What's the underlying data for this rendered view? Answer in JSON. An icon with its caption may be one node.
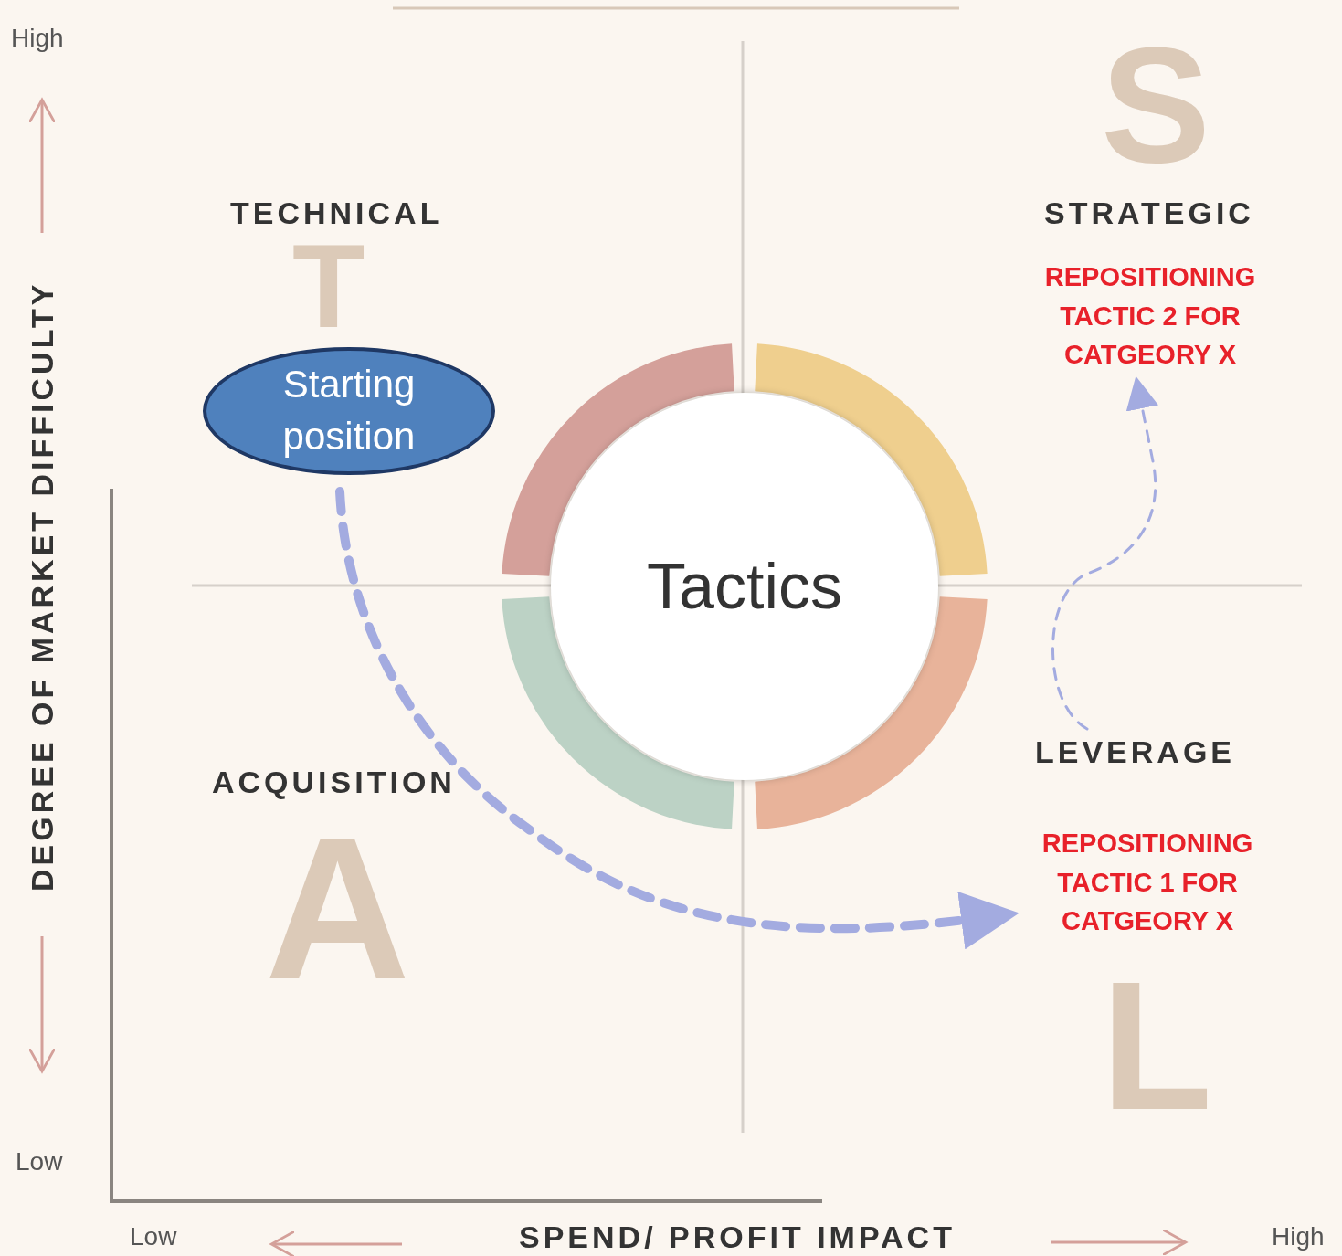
{
  "diagram": {
    "nodes": [
      {
        "text": [
          "Starting position"
        ]
      },
      {
        "text": [
          "Tactics"
        ]
      },
      {
        "text": [
          "REPOSITIONING TACTIC 1 FOR CATGEORY X"
        ]
      },
      {
        "text": [
          "REPOSITIONING TACTIC 2 FOR CATGEORY X"
        ]
      }
    ],
    "edges": [
      {
        "from": 0,
        "to": 2,
        "arrow": "to",
        "style": "dashed"
      },
      {
        "from": null,
        "to": 3,
        "arrow": "to",
        "style": "dashed"
      }
    ],
    "labels": [
      "High",
      "T",
      "TECHNICAL",
      "S",
      "STRATEGIC",
      "DEGREE OF MARKET DIFFICULTY",
      "A",
      "ACQUISITION",
      "L",
      "LEVERAGE",
      "Low",
      "Low",
      "SPEND/ PROFIT IMPACT",
      "High"
    ]
  }
}
